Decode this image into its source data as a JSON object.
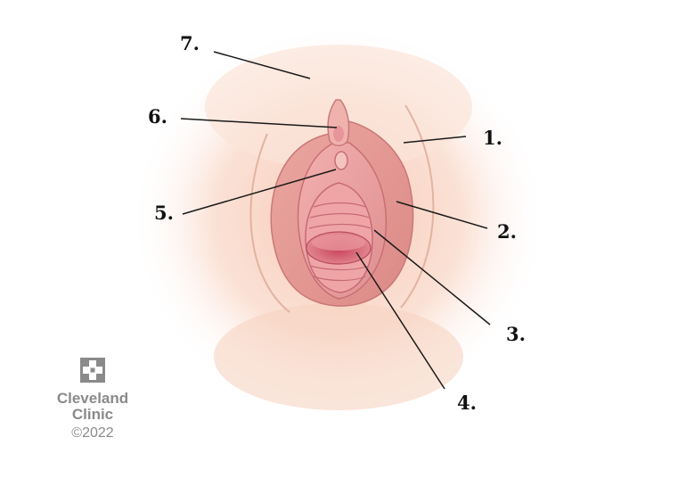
{
  "diagram": {
    "callouts": [
      {
        "number": "1."
      },
      {
        "number": "2."
      },
      {
        "number": "3."
      },
      {
        "number": "4."
      },
      {
        "number": "5."
      },
      {
        "number": "6."
      },
      {
        "number": "7."
      }
    ]
  },
  "logo": {
    "line1": "Cleveland",
    "line2": "Clinic",
    "copyright": "©2022"
  },
  "colors": {
    "skin": "#f7d5c4",
    "labia": "#e79a97",
    "inner": "#d9687a",
    "line": "#1a1a1a",
    "logo": "#8a8a8a"
  }
}
